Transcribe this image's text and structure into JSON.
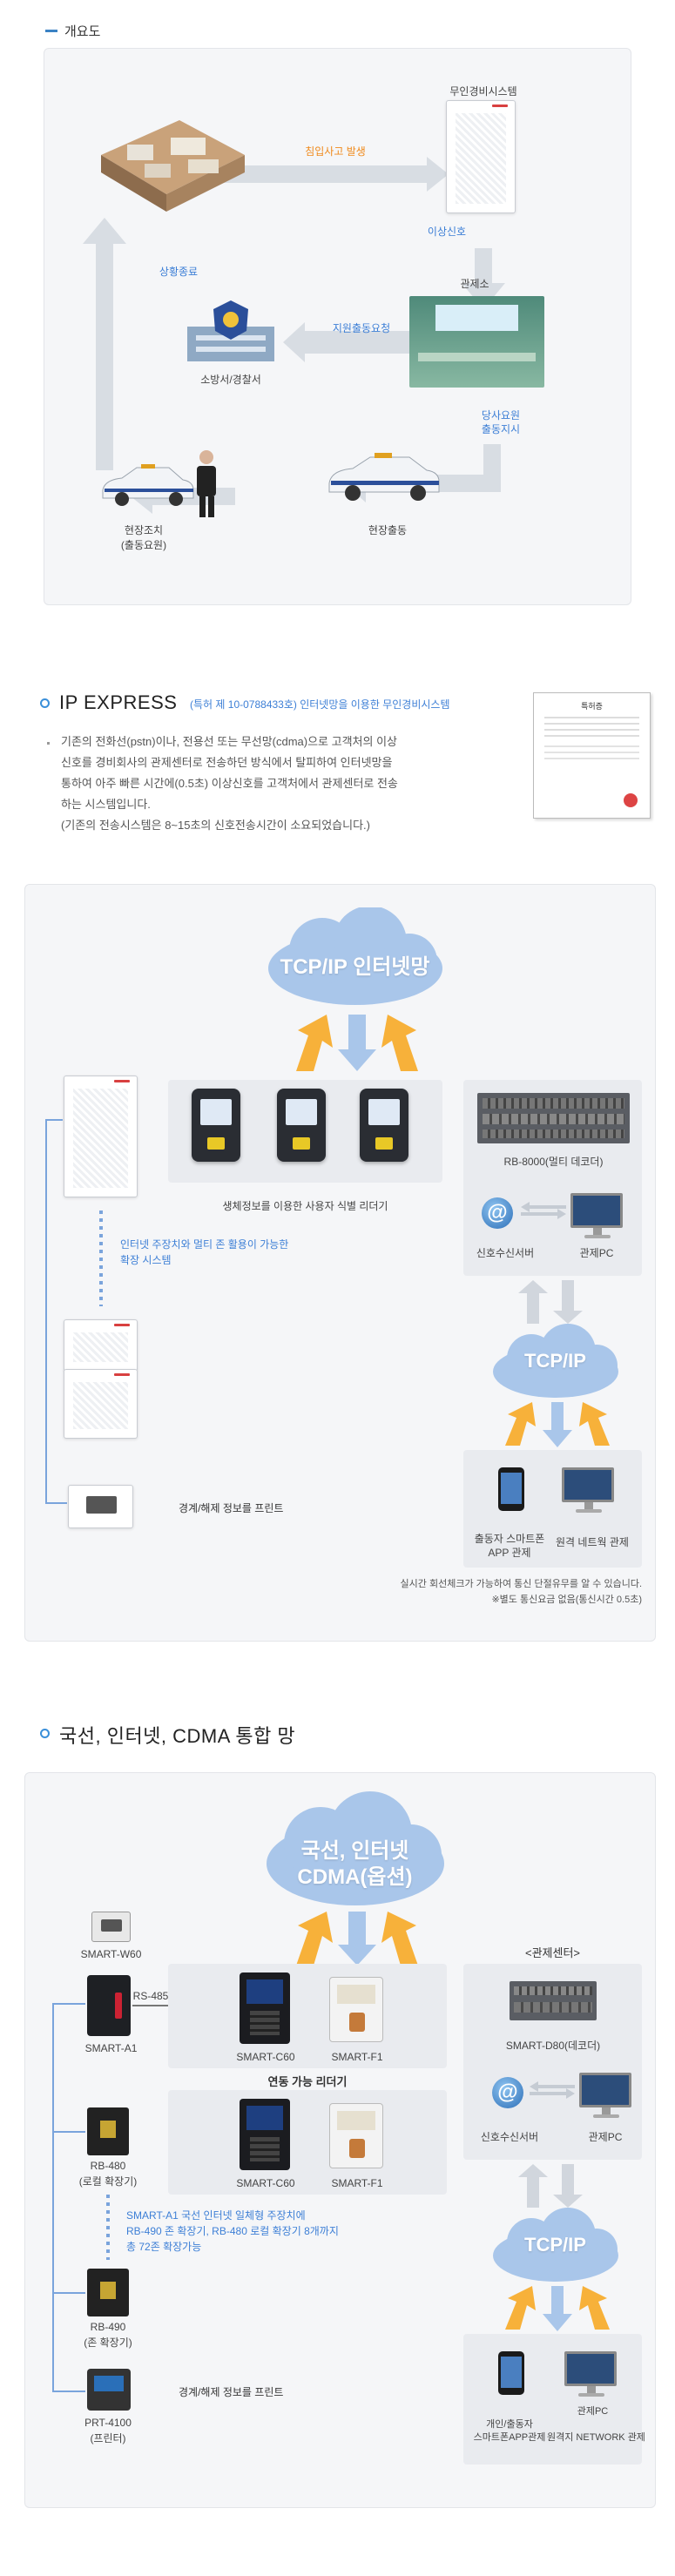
{
  "overview": {
    "section_title": "개요도",
    "labels": {
      "unmanned_system": "무인경비시스템",
      "intrusion": "침입사고 발생",
      "abnormal": "이상신호",
      "control_room": "관제소",
      "dispatch_request": "지원출동요청",
      "station": "소방서/경찰서",
      "situation_end": "상황종료",
      "agent_dispatch_1": "당사요원",
      "agent_dispatch_2": "출동지시",
      "field_dispatch": "현장출동",
      "field_action_1": "현장조치",
      "field_action_2": "(출동요원)"
    }
  },
  "ipexpress": {
    "title": "IP EXPRESS",
    "subtitle": "(특허 제 10-0788433호) 인터넷망을 이용한 무인경비시스템",
    "para": [
      "기존의 전화선(pstn)이나, 전용선 또는 무선망(cdma)으로 고객처의 이상",
      "신호를 경비회사의 관제센터로 전송하던 방식에서 탈피하여 인터넷망을",
      "통하여 아주 빠른 시간에(0.5초) 이상신호를 고객처에서 관제센터로 전송",
      "하는 시스템입니다.",
      "(기존의 전송시스템은 8~15초의 신호전송시간이 소요되었습니다.)"
    ],
    "cert_title": "특허증"
  },
  "diagram1": {
    "cloud_label": "TCP/IP 인터넷망",
    "reader_label": "생체정보를 이용한 사용자 식별 리더기",
    "expansion_1": "인터넷 주장치와 멀티 존 활용이 가능한",
    "expansion_2": "확장 시스템",
    "print_label": "경계/해제 정보를 프린트",
    "rb8000_label": "RB-8000(멀티 데코더)",
    "server_label": "신호수신서버",
    "pc_label": "관제PC",
    "tcpip_label": "TCP/IP",
    "phone_label_1": "출동자 스마트폰",
    "phone_label_2": "APP 관제",
    "remote_label": "원격 네트웍 관제",
    "note_1": "실시간 회선체크가 가능하여 통신 단절유무를 알 수 있습니다.",
    "note_2": "※별도 통신요금 없음(통신시간 0.5초)"
  },
  "integrated": {
    "title": "국선, 인터넷, CDMA 통합 망",
    "cloud_label_1": "국선, 인터넷",
    "cloud_label_2": "CDMA(옵션)",
    "smart_w60": "SMART-W60",
    "rs485": "RS-485",
    "smart_a1": "SMART-A1",
    "smart_c60": "SMART-C60",
    "smart_f1": "SMART-F1",
    "linked_readers": "연동 가능 리더기",
    "rb480_1": "RB-480",
    "rb480_2": "(로컬 확장기)",
    "rb490_1": "RB-490",
    "rb490_2": "(존 확장기)",
    "prt_1": "PRT-4100",
    "prt_2": "(프린터)",
    "print_label": "경계/해제 정보를 프린트",
    "desc": [
      "SMART-A1  국선 인터넷 일체형 주장치에",
      "RB-490 존 확장기, RB-480 로컬 확장기 8개까지",
      "총 72존 확장가능"
    ],
    "control_center": "<관제센터>",
    "smart_d80": "SMART-D80(데코더)",
    "server_label": "신호수신서버",
    "pc_label": "관제PC",
    "tcpip_label": "TCP/IP",
    "phone_label_1": "개인/출동자",
    "phone_label_2": "스마트폰APP관제",
    "remote_label_1": "관제PC",
    "remote_label_2": "원격지 NETWORK 관제"
  }
}
